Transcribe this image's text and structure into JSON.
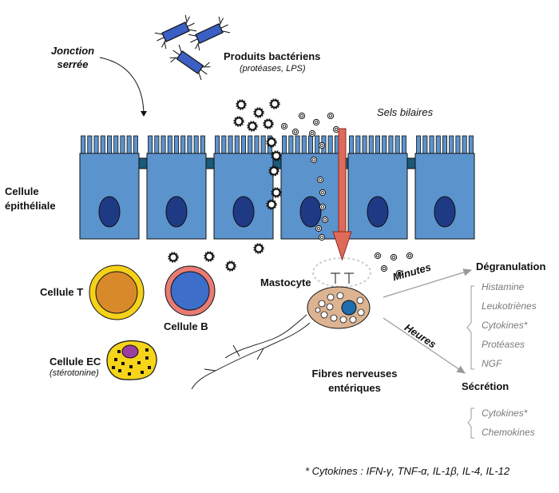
{
  "labels": {
    "jonction": "Jonction serrée",
    "bacterial": "Produits bactériens",
    "bacterial_sub": "(protéases, LPS)",
    "bile": "Sels bilaires",
    "epithelial": "Cellule épithéliale",
    "mastocyte": "Mastocyte",
    "t_cell": "Cellule T",
    "b_cell": "Cellule B",
    "ec_cell": "Cellule EC",
    "ec_sub": "(stérotonine)",
    "nerves": "Fibres nerveuses entériques",
    "minutes": "Minutes",
    "heures": "Heures",
    "degranulation": "Dégranulation",
    "secretion": "Sécrétion",
    "footnote": "* Cytokines : IFN-γ, TNF-α, IL-1β, IL-4, IL-12"
  },
  "degranulation_items": [
    "Histamine",
    "Leukotriènes",
    "Cytokines*",
    "Protéases",
    "NGF"
  ],
  "secretion_items": [
    "Cytokines*",
    "Chemokines"
  ],
  "colors": {
    "epithelium": "#5b93cd",
    "nucleus": "#1f3a85",
    "junction": "#1a5a7a",
    "arrow": "#e06a5a",
    "t_cell_outer": "#f5d21a",
    "t_cell_inner": "#d88a2a",
    "b_cell_outer": "#e87c74",
    "b_cell_inner": "#3d6ec9",
    "ec_cell": "#f6d41a",
    "ec_nucleus": "#9a3fa0",
    "mast_cell": "#dcb491",
    "mast_nucleus": "#1e6eb0",
    "pathway_arrow": "#9a9a9a"
  }
}
